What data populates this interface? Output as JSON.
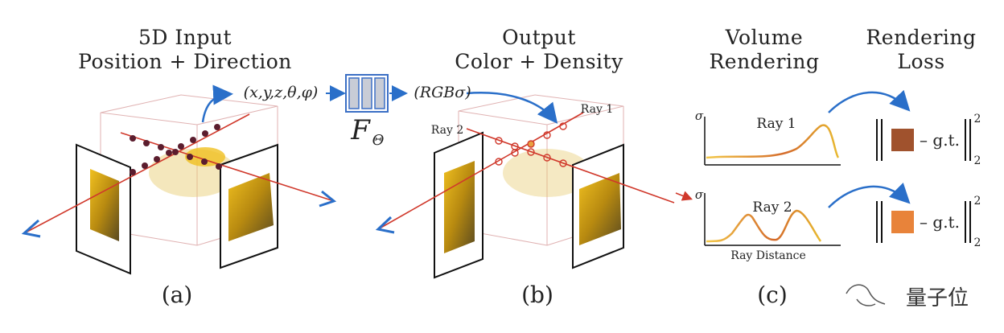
{
  "titles": {
    "a_line1": "5D Input",
    "a_line2": "Position + Direction",
    "b_line1": "Output",
    "b_line2": "Color + Density",
    "c_line1": "Volume",
    "c_line2": "Rendering",
    "d_line1": "Rendering",
    "d_line2": "Loss"
  },
  "math": {
    "input_tuple": "(x,y,z,θ,φ)",
    "output_tuple": "(RGBσ)",
    "network_symbol": "F",
    "network_subscript": "Θ"
  },
  "ray_labels": {
    "ray1": "Ray 1",
    "ray2": "Ray 2"
  },
  "plot": {
    "y_symbol": "σ",
    "curve1_label": "Ray 1",
    "curve2_label": "Ray 2",
    "xlabel": "Ray Distance"
  },
  "loss": {
    "gt_text": "– g.t.",
    "exponent": "2",
    "subscript": "2",
    "swatch1_color": "#a0522d",
    "swatch2_color": "#e8833a"
  },
  "panel_labels": {
    "a": "(a)",
    "b": "(b)",
    "c": "(c)"
  },
  "watermark": "量子位",
  "colors": {
    "ray_red": "#d0382b",
    "arrow_blue": "#2a6fc9",
    "network_fill": "#c8ccd6",
    "network_stroke": "#3b6fc5",
    "curve_orange": "#d9772a"
  }
}
